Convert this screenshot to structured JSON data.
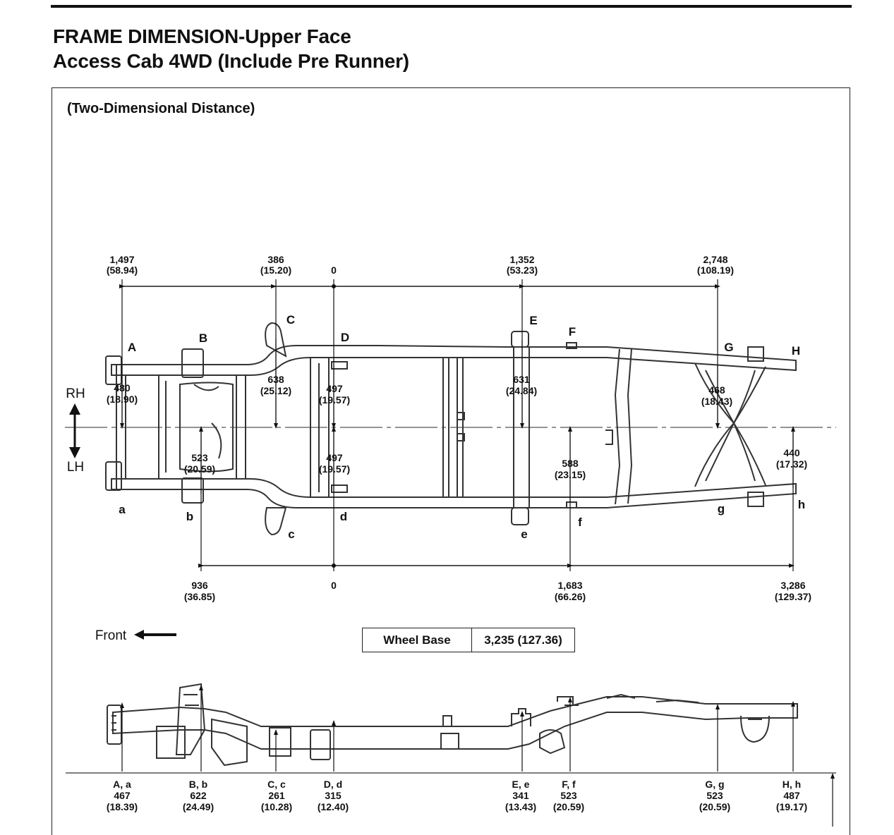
{
  "header": {
    "title_line1": "FRAME DIMENSION-Upper Face",
    "title_line2": "Access Cab 4WD (Include Pre Runner)"
  },
  "panel": {
    "subtitle": "(Two-Dimensional Distance)"
  },
  "side_labels": {
    "rh": "RH",
    "lh": "LH",
    "front": "Front"
  },
  "top_dimensions": [
    {
      "v": "1,497",
      "in": "(58.94)"
    },
    {
      "v": "386",
      "in": "(15.20)"
    },
    {
      "v": "0",
      "in": ""
    },
    {
      "v": "1,352",
      "in": "(53.23)"
    },
    {
      "v": "2,748",
      "in": "(108.19)"
    }
  ],
  "bottom_dimensions": [
    {
      "v": "936",
      "in": "(36.85)"
    },
    {
      "v": "0",
      "in": ""
    },
    {
      "v": "1,683",
      "in": "(66.26)"
    },
    {
      "v": "3,286",
      "in": "(129.37)"
    }
  ],
  "width_dimensions": [
    {
      "v": "480",
      "in": "(18.90)"
    },
    {
      "v": "638",
      "in": "(25.12)"
    },
    {
      "v": "497",
      "in": "(19.57)"
    },
    {
      "v": "631",
      "in": "(24.84)"
    },
    {
      "v": "468",
      "in": "(18.43)"
    },
    {
      "v": "523",
      "in": "(20.59)"
    },
    {
      "v": "497",
      "in": "(19.57)"
    },
    {
      "v": "588",
      "in": "(23.15)"
    },
    {
      "v": "440",
      "in": "(17.32)"
    }
  ],
  "upper_points": [
    "A",
    "B",
    "C",
    "D",
    "E",
    "F",
    "G",
    "H"
  ],
  "lower_points": [
    "a",
    "b",
    "c",
    "d",
    "e",
    "f",
    "g",
    "h"
  ],
  "wheel_base": {
    "label": "Wheel Base",
    "value": "3,235 (127.36)"
  },
  "height_dimensions": [
    {
      "pts": "A, a",
      "v": "467",
      "in": "(18.39)"
    },
    {
      "pts": "B, b",
      "v": "622",
      "in": "(24.49)"
    },
    {
      "pts": "C, c",
      "v": "261",
      "in": "(10.28)"
    },
    {
      "pts": "D, d",
      "v": "315",
      "in": "(12.40)"
    },
    {
      "pts": "E, e",
      "v": "341",
      "in": "(13.43)"
    },
    {
      "pts": "F, f",
      "v": "523",
      "in": "(20.59)"
    },
    {
      "pts": "G, g",
      "v": "523",
      "in": "(20.59)"
    },
    {
      "pts": "H, h",
      "v": "487",
      "in": "(19.17)"
    }
  ]
}
